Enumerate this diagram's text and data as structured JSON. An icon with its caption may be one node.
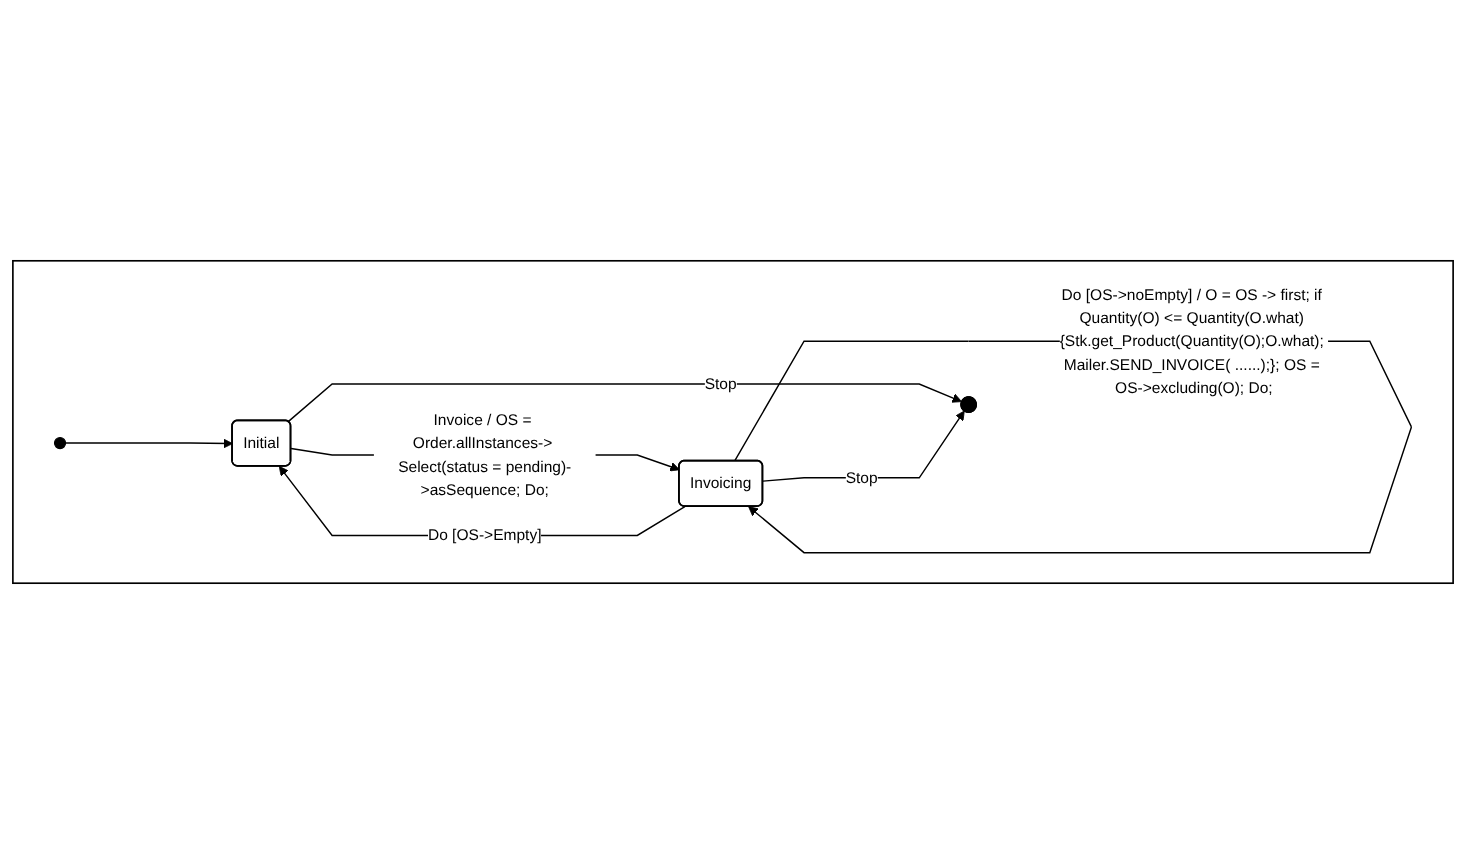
{
  "diagram": {
    "nodes": [
      {
        "text": [],
        "shape": "box"
      },
      {
        "text": [
          "Initial"
        ],
        "in": 0
      },
      {
        "text": [],
        "shape": "circle",
        "in": 0
      },
      {
        "text": [
          "Invoicing"
        ],
        "in": 0
      },
      {
        "text": [],
        "shape": "circle",
        "in": 0
      }
    ],
    "edges": [
      {
        "from": 2,
        "to": 1,
        "arrow": "to"
      },
      {
        "from": 1,
        "to": 3,
        "arrow": "to",
        "label": "Invoice / OS = Order.allInstances-> Select(status = pending)->asSequence; Do;"
      },
      {
        "from": 3,
        "to": 3,
        "arrow": "to",
        "label": "Do [OS->noEmpty] / O = OS -> first; if Quantity(O) <= Quantity(O.what) {Stk.get_Product(Quantity(O);O.what); Mailer.SEND_INVOICE( ......);}; OS = OS->excluding(O); Do;"
      },
      {
        "from": 3,
        "to": 1,
        "arrow": "to",
        "label": "Do [OS->Empty]"
      },
      {
        "from": 1,
        "to": 4,
        "arrow": "to",
        "label": "Stop"
      },
      {
        "from": 3,
        "to": 4,
        "arrow": "to",
        "label": "Stop"
      }
    ]
  }
}
